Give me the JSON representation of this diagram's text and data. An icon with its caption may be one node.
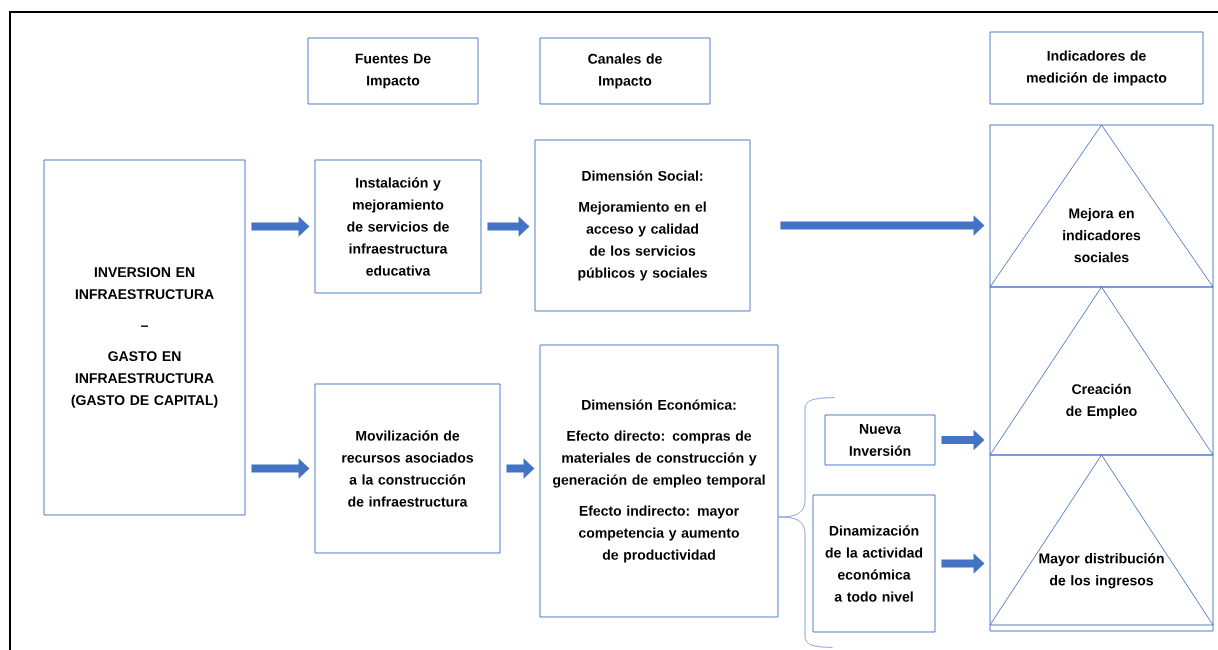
{
  "diagram": {
    "nodes": [
      {
        "text": [
          "Fuentes De Impacto"
        ]
      },
      {
        "text": [
          "Canales de Impacto"
        ]
      },
      {
        "text": [
          "Indicadores de medición de impacto"
        ]
      },
      {
        "text": [
          "INVERSION EN INFRAESTRUCTURA",
          "–",
          "GASTO EN INFRAESTRUCTURA (GASTO DE CAPITAL)"
        ]
      },
      {
        "text": [
          "Instalación y mejoramiento de servicios de infraestructura educativa"
        ]
      },
      {
        "text": [
          "Dimensión Social:",
          "Mejoramiento en el acceso y calidad de los servicios públicos y sociales"
        ]
      },
      {
        "text": [
          "Mejora en indicadores sociales"
        ]
      },
      {
        "text": [
          "Movilización de recursos asociados a la construcción de infraestructura"
        ]
      },
      {
        "text": [
          "Dimensión Económica:",
          "Efecto directo: compras de materiales de construcción y generación de empleo temporal",
          "Efecto indirecto: mayor competencia y aumento de productividad"
        ]
      },
      {
        "text": [
          "Nueva Inversión"
        ]
      },
      {
        "text": [
          "Creación de Empleo"
        ]
      },
      {
        "text": [
          "Dinamización de la actividad económica a todo nivel"
        ]
      },
      {
        "text": [
          "Mayor distribución de los ingresos"
        ]
      }
    ],
    "edges": [
      {
        "from": 3,
        "to": 4,
        "arrow": "to"
      },
      {
        "from": 4,
        "to": 5,
        "arrow": "to"
      },
      {
        "from": 5,
        "to": 6,
        "arrow": "to"
      },
      {
        "from": 3,
        "to": 7,
        "arrow": "to"
      },
      {
        "from": 7,
        "to": 8,
        "arrow": "to"
      },
      {
        "from": 8,
        "to": 9,
        "arrow": "none"
      },
      {
        "from": 8,
        "to": 11,
        "arrow": "none"
      },
      {
        "from": 9,
        "to": 10,
        "arrow": "to"
      },
      {
        "from": 11,
        "to": 12,
        "arrow": "to"
      }
    ]
  }
}
